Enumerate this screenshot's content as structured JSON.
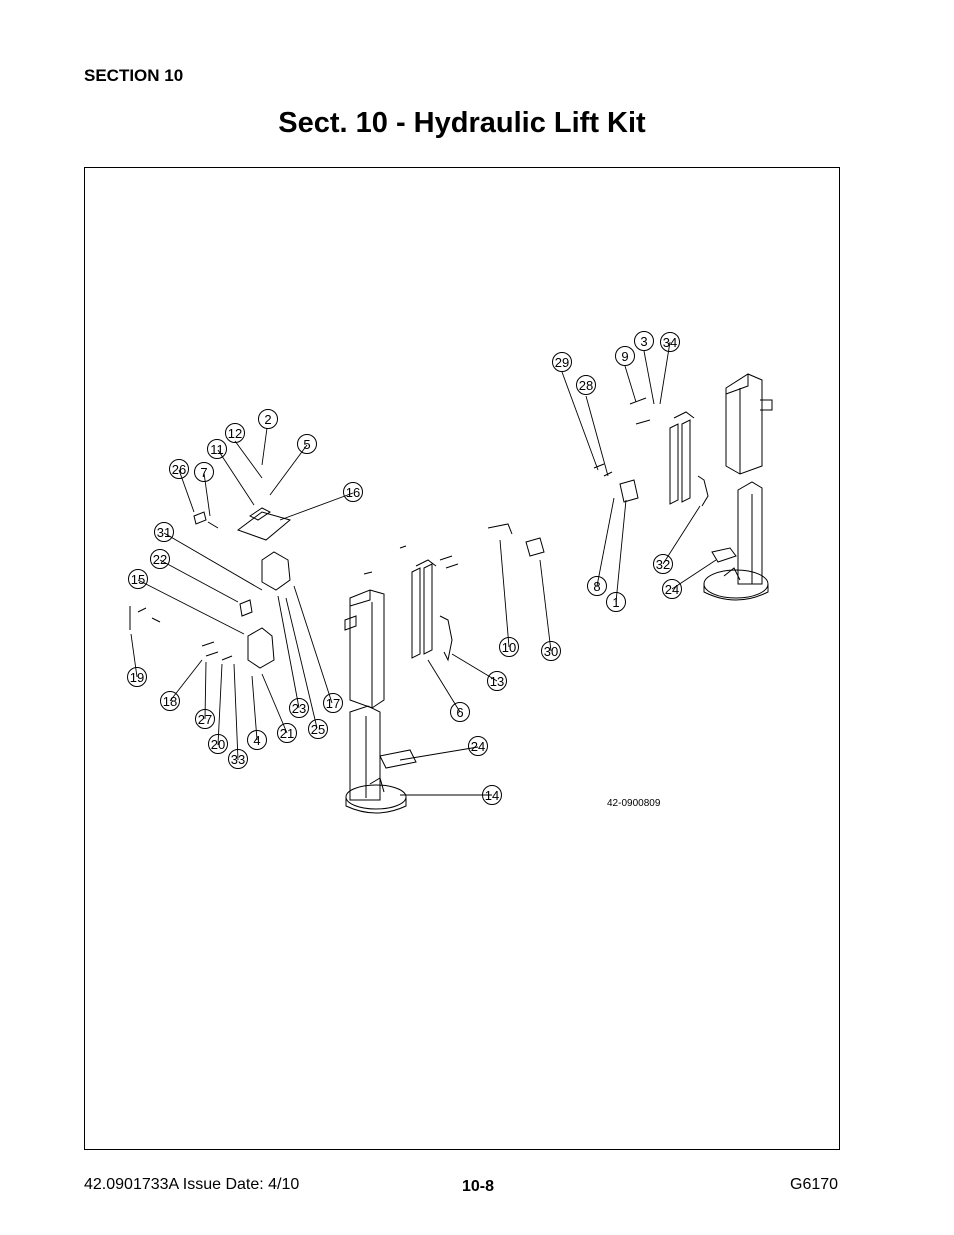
{
  "header": {
    "section": "SECTION 10",
    "title": "Sect. 10 - Hydraulic Lift Kit"
  },
  "diagram": {
    "drawing_number": "42-0900809",
    "callouts": [
      "1",
      "2",
      "3",
      "4",
      "5",
      "6",
      "7",
      "8",
      "9",
      "10",
      "11",
      "12",
      "13",
      "14",
      "15",
      "16",
      "17",
      "18",
      "19",
      "20",
      "21",
      "22",
      "23",
      "24",
      "24",
      "25",
      "26",
      "27",
      "28",
      "29",
      "30",
      "31",
      "32",
      "33",
      "34"
    ]
  },
  "footer": {
    "doc_issue": "42.0901733A  Issue Date: 4/10",
    "page": "10-8",
    "model": "G6170"
  }
}
